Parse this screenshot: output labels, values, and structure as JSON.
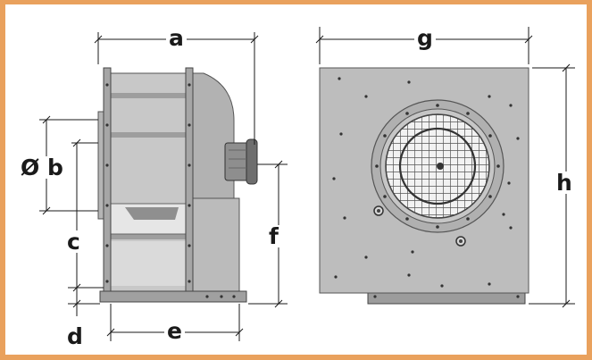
{
  "colors": {
    "frame": "#E9A15D",
    "body": "#BDBDBD",
    "body_dark": "#A9A9A9",
    "base": "#9C9C9C",
    "grille": "#F2F2F2",
    "line": "#1a1a1a"
  },
  "labels": {
    "a": "a",
    "b": "Ø b",
    "c": "c",
    "d": "d",
    "e": "e",
    "f": "f",
    "g": "g",
    "h": "h"
  }
}
